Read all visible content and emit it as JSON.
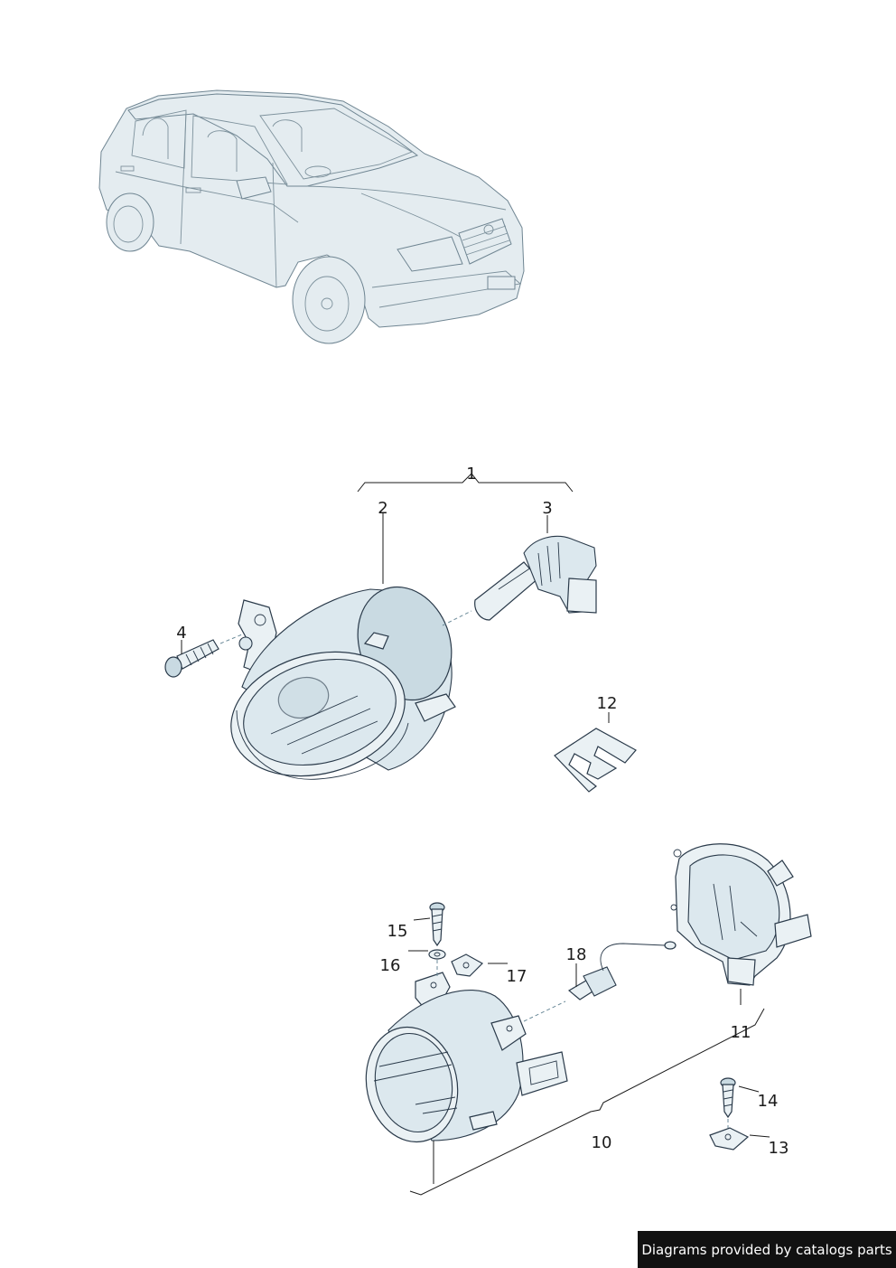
{
  "callouts": {
    "c1": "1",
    "c2": "2",
    "c3": "3",
    "c4": "4",
    "c10": "10",
    "c11": "11",
    "c12": "12",
    "c13": "13",
    "c14": "14",
    "c15": "15",
    "c16": "16",
    "c17": "17",
    "c18": "18"
  },
  "watermark": "Diagrams provided by catalogs parts",
  "colors": {
    "part_fill": "#eaf1f4",
    "part_shade": "#c9dae2",
    "outline": "#2a3a4a",
    "watermark_bg": "#111111"
  }
}
